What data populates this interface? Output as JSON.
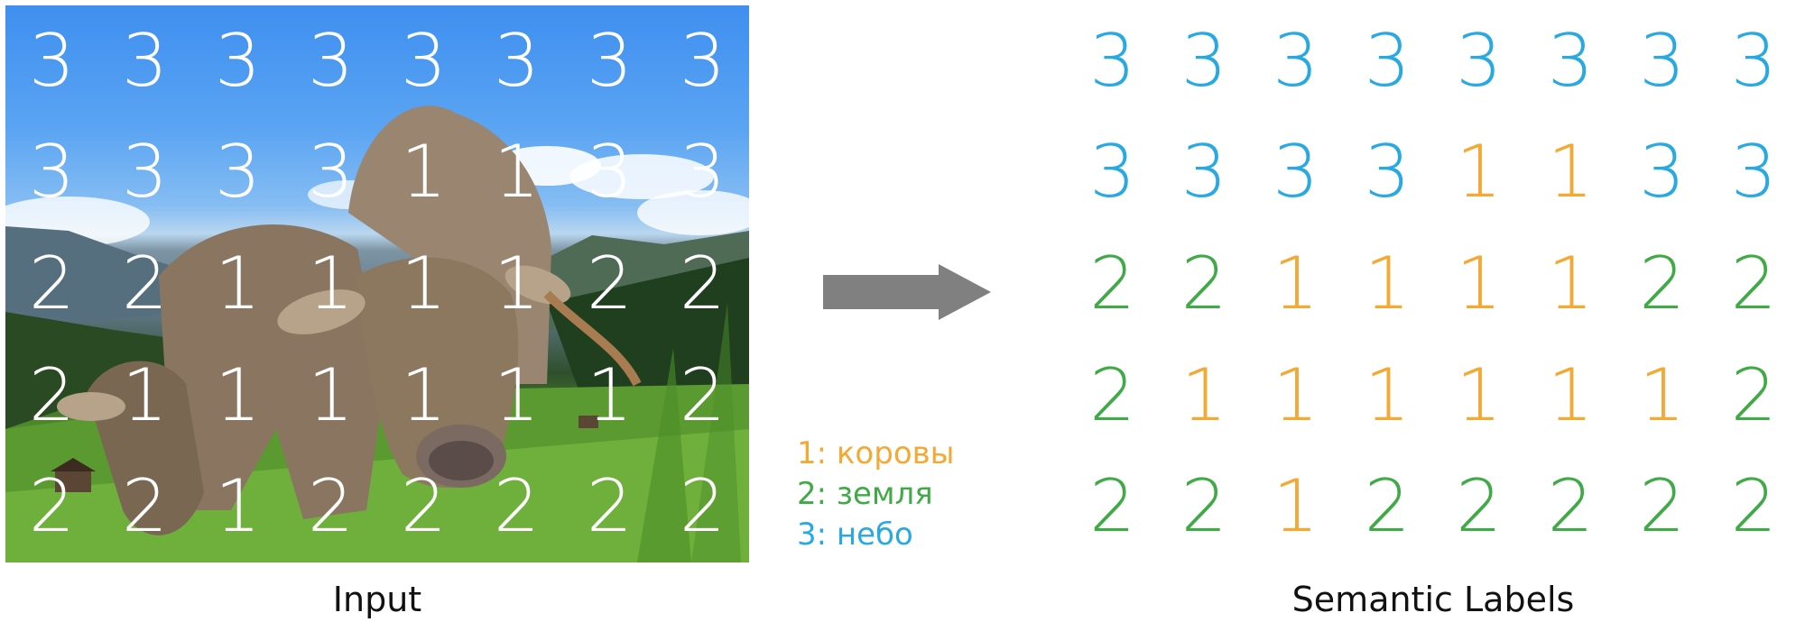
{
  "colors": {
    "cows": "#F5A935",
    "ground": "#3FAA46",
    "sky": "#29A9E1",
    "arrow": "#808080",
    "overlay_digit": "#FFFFFF"
  },
  "input_panel": {
    "caption": "Input",
    "grid": [
      [
        "3",
        "3",
        "3",
        "3",
        "3",
        "3",
        "3",
        "3"
      ],
      [
        "3",
        "3",
        "3",
        "3",
        "1",
        "1",
        "3",
        "3"
      ],
      [
        "2",
        "2",
        "1",
        "1",
        "1",
        "1",
        "2",
        "2"
      ],
      [
        "2",
        "1",
        "1",
        "1",
        "1",
        "1",
        "1",
        "2"
      ],
      [
        "2",
        "2",
        "1",
        "2",
        "2",
        "2",
        "2",
        "2"
      ]
    ]
  },
  "legend": {
    "items": [
      {
        "label": "1: коровы",
        "class": "1"
      },
      {
        "label": "2: земля",
        "class": "2"
      },
      {
        "label": "3: небо",
        "class": "3"
      }
    ]
  },
  "labels_panel": {
    "caption": "Semantic Labels",
    "grid": [
      [
        "3",
        "3",
        "3",
        "3",
        "3",
        "3",
        "3",
        "3"
      ],
      [
        "3",
        "3",
        "3",
        "3",
        "1",
        "1",
        "3",
        "3"
      ],
      [
        "2",
        "2",
        "1",
        "1",
        "1",
        "1",
        "2",
        "2"
      ],
      [
        "2",
        "1",
        "1",
        "1",
        "1",
        "1",
        "1",
        "2"
      ],
      [
        "2",
        "2",
        "1",
        "2",
        "2",
        "2",
        "2",
        "2"
      ]
    ]
  }
}
